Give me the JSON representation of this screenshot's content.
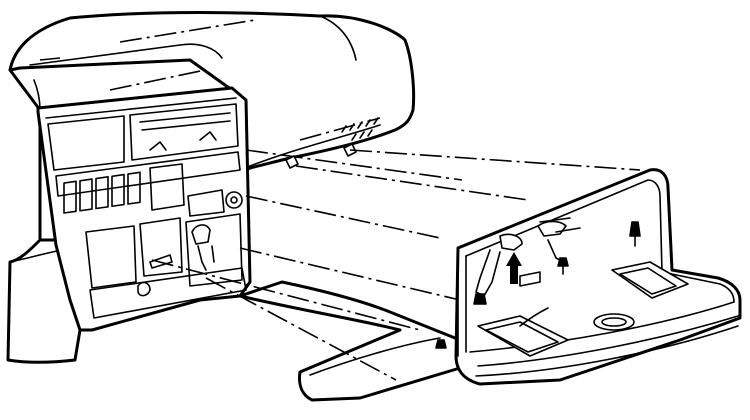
{
  "figure": {
    "colors": {
      "ink": "#000000",
      "paper": "#ffffff"
    },
    "parts": [
      {
        "name": "dashboard-top"
      },
      {
        "name": "center-console-panel"
      },
      {
        "name": "glove-box-door"
      },
      {
        "name": "up-arrow-icon"
      }
    ]
  }
}
